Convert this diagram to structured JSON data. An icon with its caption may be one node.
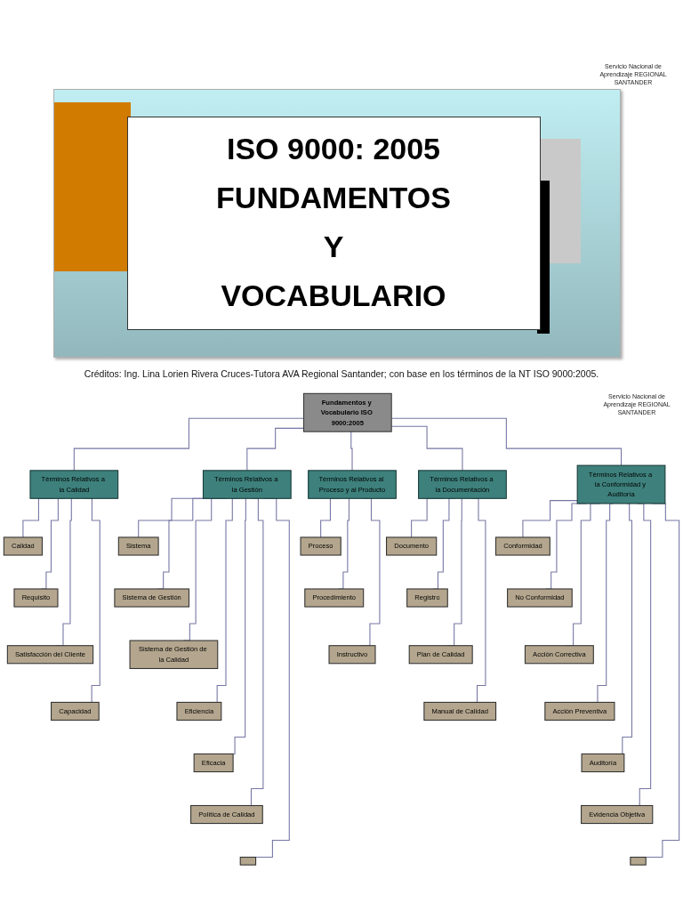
{
  "diagram": {
    "title": "ISO 9000: 2005 FUNDAMENTOS Y VOCABULARIO",
    "caption": "Créditos: Ing. Lina Lorien Rivera Cruces-Tutora AVA Regional Santander; con base en los términos de la NT ISO 9000:2005.",
    "nodes": [
      {
        "text": [
          "Fundamentos y Vocabulario ISO 9000:2005"
        ]
      },
      {
        "text": [
          "Términos Relativos a la Calidad"
        ]
      },
      {
        "text": [
          "Calidad"
        ]
      },
      {
        "text": [
          "Requisito"
        ]
      },
      {
        "text": [
          "Satisfacción del Cliente"
        ]
      },
      {
        "text": [
          "Capacidad"
        ]
      },
      {
        "text": [
          "Términos Relativos a la Gestión"
        ]
      },
      {
        "text": [
          "Sistema"
        ]
      },
      {
        "text": [
          "Sistema de Gestión"
        ]
      },
      {
        "text": [
          "Sistema de Gestión de la Calidad"
        ]
      },
      {
        "text": [
          "Eficiencia"
        ]
      },
      {
        "text": [
          "Eficacia"
        ]
      },
      {
        "text": [
          "Política de Calidad"
        ]
      },
      {
        "text": [],
        "shape": "box"
      },
      {
        "text": [
          "Términos Relativos al Proceso y al Producto"
        ]
      },
      {
        "text": [
          "Proceso"
        ]
      },
      {
        "text": [
          "Procedimiento"
        ]
      },
      {
        "text": [
          "Instructivo"
        ]
      },
      {
        "text": [
          "Términos Relativos a la Documentación"
        ]
      },
      {
        "text": [
          "Documento"
        ]
      },
      {
        "text": [
          "Registro"
        ]
      },
      {
        "text": [
          "Plan de Calidad"
        ]
      },
      {
        "text": [
          "Manual de Calidad"
        ]
      },
      {
        "text": [
          "Términos Relativos a la Conformidad y Auditoría"
        ]
      },
      {
        "text": [
          "Conformidad"
        ]
      },
      {
        "text": [
          "No Conformidad"
        ]
      },
      {
        "text": [
          "Acción Correctiva"
        ]
      },
      {
        "text": [
          "Acción Preventiva"
        ]
      },
      {
        "text": [
          "Auditoría"
        ]
      },
      {
        "text": [
          "Evidencia Objetiva"
        ]
      },
      {
        "text": [],
        "shape": "box"
      }
    ],
    "edges": [
      {
        "from": 0,
        "to": 1,
        "arrow": "none"
      },
      {
        "from": 0,
        "to": 6,
        "arrow": "none"
      },
      {
        "from": 0,
        "to": 14,
        "arrow": "none"
      },
      {
        "from": 0,
        "to": 18,
        "arrow": "none"
      },
      {
        "from": 0,
        "to": 23,
        "arrow": "none"
      },
      {
        "from": 1,
        "to": 2,
        "arrow": "none"
      },
      {
        "from": 1,
        "to": 3,
        "arrow": "none"
      },
      {
        "from": 1,
        "to": 4,
        "arrow": "none"
      },
      {
        "from": 1,
        "to": 5,
        "arrow": "none"
      },
      {
        "from": 6,
        "to": 7,
        "arrow": "none"
      },
      {
        "from": 6,
        "to": 8,
        "arrow": "none"
      },
      {
        "from": 6,
        "to": 9,
        "arrow": "none"
      },
      {
        "from": 6,
        "to": 10,
        "arrow": "none"
      },
      {
        "from": 6,
        "to": 11,
        "arrow": "none"
      },
      {
        "from": 6,
        "to": 12,
        "arrow": "none"
      },
      {
        "from": 6,
        "to": 13,
        "arrow": "none"
      },
      {
        "from": 14,
        "to": 15,
        "arrow": "none"
      },
      {
        "from": 14,
        "to": 16,
        "arrow": "none"
      },
      {
        "from": 14,
        "to": 17,
        "arrow": "none"
      },
      {
        "from": 18,
        "to": 19,
        "arrow": "none"
      },
      {
        "from": 18,
        "to": 20,
        "arrow": "none"
      },
      {
        "from": 18,
        "to": 21,
        "arrow": "none"
      },
      {
        "from": 18,
        "to": 22,
        "arrow": "none"
      },
      {
        "from": 23,
        "to": 24,
        "arrow": "none"
      },
      {
        "from": 23,
        "to": 25,
        "arrow": "none"
      },
      {
        "from": 23,
        "to": 26,
        "arrow": "none"
      },
      {
        "from": 23,
        "to": 27,
        "arrow": "none"
      },
      {
        "from": 23,
        "to": 28,
        "arrow": "none"
      },
      {
        "from": 23,
        "to": 29,
        "arrow": "none"
      },
      {
        "from": 23,
        "to": 30,
        "arrow": "none"
      }
    ],
    "labels": [
      "Servicio Nacional de Aprendizaje REGIONAL SANTANDER",
      "Servicio Nacional de Aprendizaje REGIONAL SANTANDER"
    ]
  }
}
